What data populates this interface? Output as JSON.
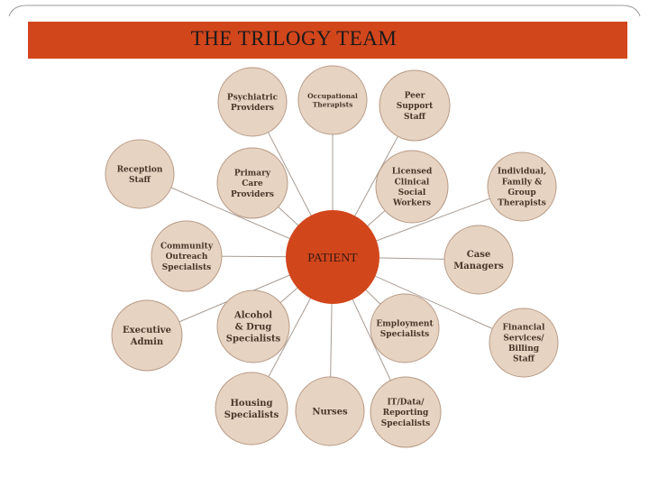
{
  "title": "THE TRILOGY TEAM",
  "center": {
    "label": "PATIENT",
    "color": "#d2461c"
  },
  "colors": {
    "title_bar": "#d2461c",
    "node_fill": "#e6d3c2",
    "node_stroke": "#b89a85",
    "connector": "#a89b92",
    "frame": "#999999"
  },
  "nodes": [
    {
      "id": "psychiatric-providers",
      "lines": [
        "Psychiatric",
        "Providers"
      ]
    },
    {
      "id": "occupational-therapists",
      "lines": [
        "Occupational",
        "Therapists"
      ]
    },
    {
      "id": "peer-support-staff",
      "lines": [
        "Peer",
        "Support",
        "Staff"
      ]
    },
    {
      "id": "reception-staff",
      "lines": [
        "Reception",
        "Staff"
      ]
    },
    {
      "id": "primary-care-providers",
      "lines": [
        "Primary",
        "Care",
        "Providers"
      ]
    },
    {
      "id": "licensed-clinical-social-workers",
      "lines": [
        "Licensed",
        "Clinical",
        "Social",
        "Workers"
      ]
    },
    {
      "id": "individual-family-group-therapists",
      "lines": [
        "Individual,",
        "Family &",
        "Group",
        "Therapists"
      ]
    },
    {
      "id": "community-outreach-specialists",
      "lines": [
        "Community",
        "Outreach",
        "Specialists"
      ]
    },
    {
      "id": "case-managers",
      "lines": [
        "Case",
        "Managers"
      ]
    },
    {
      "id": "executive-admin",
      "lines": [
        "Executive",
        "Admin"
      ]
    },
    {
      "id": "alcohol-drug-specialists",
      "lines": [
        "Alcohol",
        "& Drug",
        "Specialists"
      ]
    },
    {
      "id": "employment-specialists",
      "lines": [
        "Employment",
        "Specialists"
      ]
    },
    {
      "id": "financial-services-billing-staff",
      "lines": [
        "Financial",
        "Services/",
        "Billing",
        "Staff"
      ]
    },
    {
      "id": "housing-specialists",
      "lines": [
        "Housing",
        "Specialists"
      ]
    },
    {
      "id": "nurses",
      "lines": [
        "Nurses"
      ]
    },
    {
      "id": "it-data-reporting-specialists",
      "lines": [
        "IT/Data/",
        "Reporting",
        "Specialists"
      ]
    }
  ]
}
